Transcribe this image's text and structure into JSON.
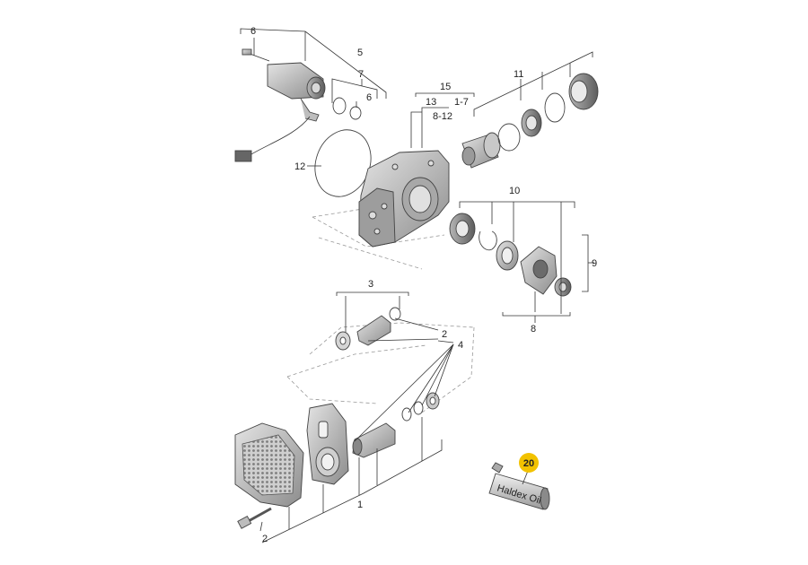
{
  "labels": {
    "l1": "1",
    "l2a": "2",
    "l2b": "2",
    "l3": "3",
    "l4": "4",
    "l5": "5",
    "l6a": "6",
    "l6b": "6",
    "l7": "7",
    "l8": "8",
    "l8_12": "8-12",
    "l9": "9",
    "l10": "10",
    "l11": "11",
    "l12": "12",
    "l13": "13",
    "l15": "15",
    "l1_7": "1-7",
    "l20": "20"
  },
  "highlight": {
    "badge_color": "#f2c200"
  },
  "product_text": "Haldex Oil"
}
